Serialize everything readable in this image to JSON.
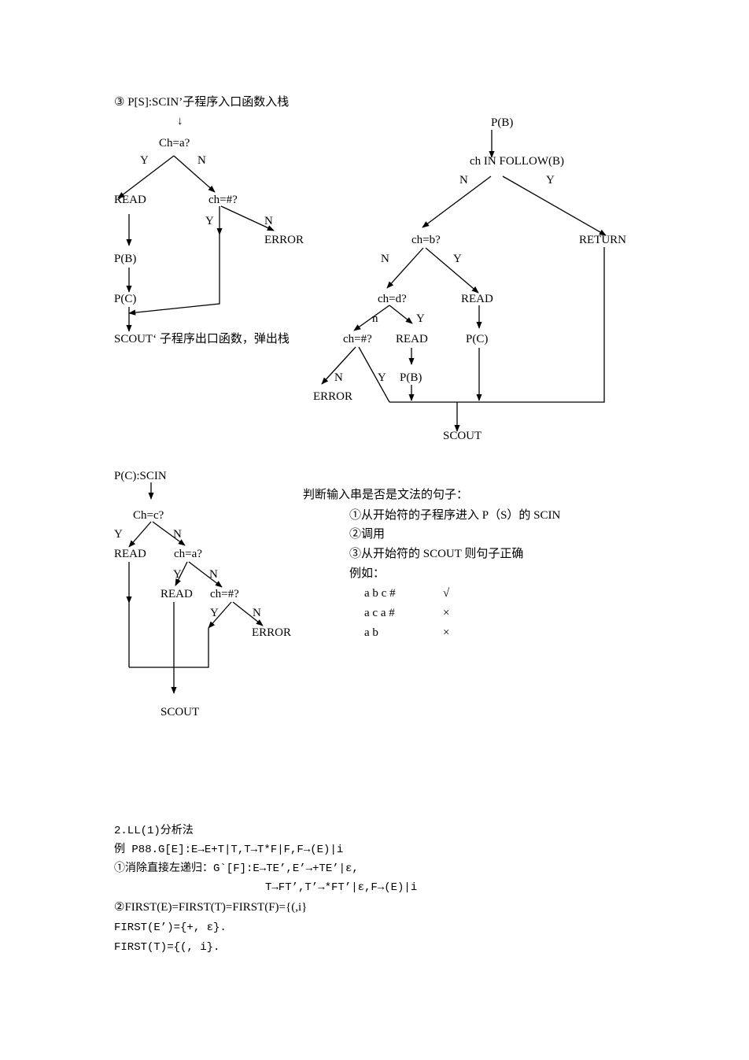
{
  "diagram_s": {
    "heading": "③  P[S]:SCIN’子程序入口函数入栈",
    "down_arrow": "↓",
    "n_ch_a": "Ch=a?",
    "y1": "Y",
    "n1": "N",
    "read": "READ",
    "n_ch_hash": "ch=#?",
    "y2": "Y",
    "n2": "N",
    "error": "ERROR",
    "pb": "P(B)",
    "pc": "P(C)",
    "scout": "SCOUT‘  子程序出口函数，弹出栈"
  },
  "diagram_b": {
    "pb": "P(B)",
    "n_follow": "ch IN FOLLOW(B)",
    "n1": "N",
    "y1": "Y",
    "n_ch_b": "ch=b?",
    "return": "RETURN",
    "n2": "N",
    "y2": "Y",
    "n_ch_d": "ch=d?",
    "read1": "READ",
    "n_small": "n",
    "y3": "Y",
    "n_ch_hash": "ch=#?",
    "read2": "READ",
    "pc": "P(C)",
    "n3": "N",
    "y4": "Y",
    "pb2": "P(B)",
    "error": "ERROR",
    "scout": "SCOUT"
  },
  "diagram_c": {
    "heading": "P(C):SCIN",
    "n_ch_c": "Ch=c?",
    "y1": "Y",
    "n1": "N",
    "read1": "READ",
    "n_ch_a": "ch=a?",
    "y2": "Y",
    "n2": "N",
    "read2": "READ",
    "n_ch_hash": "ch=#?",
    "y3": "Y",
    "n3": "N",
    "error": "ERROR",
    "scout": "SCOUT"
  },
  "judge": {
    "title": "判断输入串是否是文法的句子：",
    "s1": "①从开始符的子程序进入 P（S）的 SCIN",
    "s2": "②调用",
    "s3": "③从开始符的 SCOUT 则句子正确",
    "example": "例如：",
    "examples": [
      {
        "input": "a b c #",
        "result": "√"
      },
      {
        "input": "a c a #",
        "result": "×"
      },
      {
        "input": "a b",
        "result": "×"
      }
    ]
  },
  "ll1": {
    "title": "2.LL(1)分析法",
    "line1": "例 P88.G[E]:E→E+T|T,T→T*F|F,F→(E)|i",
    "line2": "①消除直接左递归：G`[F]:E→TE’,E’→+TE’|ε,",
    "line3": "T→FT’,T’→*FT’|ε,F→(E)|i",
    "line4": "②FIRST(E)=FIRST(T)=FIRST(F)={(,i}",
    "line5": "FIRST(E’)={+,  ε}.",
    "line6": "FIRST(T)={(,   i}."
  }
}
